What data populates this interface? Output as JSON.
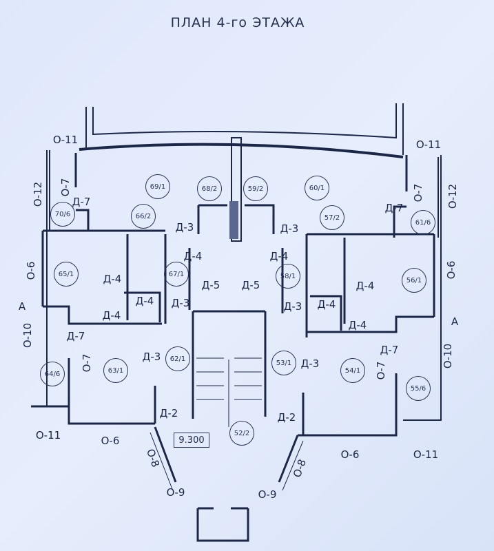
{
  "title": "ПЛАН 4-го ЭТАЖА",
  "elevation_mark": "9.300",
  "rooms": [
    "69/1",
    "68/2",
    "59/2",
    "60/1",
    "66/2",
    "57/2",
    "70/6",
    "61/6",
    "65/1",
    "67/1",
    "58/1",
    "56/1",
    "64/6",
    "63/1",
    "62/1",
    "53/1",
    "54/1",
    "55/6",
    "52/2"
  ],
  "labels": [
    "О-11",
    "О-11",
    "О-12",
    "О-12",
    "О-7",
    "О-7",
    "Д-7",
    "Д-7",
    "Д-3",
    "Д-3",
    "Д-4",
    "Д-4",
    "Д-5",
    "Д-5",
    "Д-4",
    "Д-4",
    "Д-4",
    "Д-4",
    "Д-3",
    "Д-3",
    "Д-4",
    "Д-4",
    "Д-7",
    "Д-7",
    "О-6",
    "О-6",
    "О-10",
    "О-10",
    "А",
    "А",
    "О-7",
    "О-7",
    "Д-3",
    "Д-3",
    "Д-2",
    "Д-2",
    "О-11",
    "О-6",
    "О-6",
    "О-11",
    "О-8",
    "О-8",
    "О-9",
    "О-9"
  ],
  "colors": {
    "background": "#e3ebfb",
    "line": "#1c2747"
  }
}
